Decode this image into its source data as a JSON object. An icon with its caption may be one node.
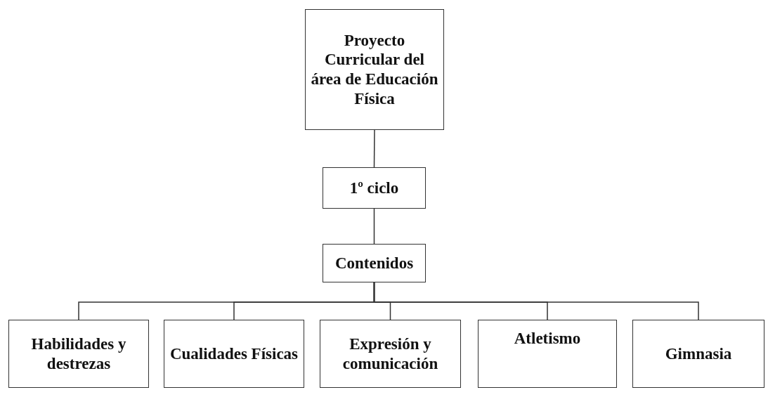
{
  "diagram": {
    "nodes": [
      {
        "text": [
          "Proyecto Curricular del área de Educación Física"
        ]
      },
      {
        "text": [
          "1º ciclo"
        ]
      },
      {
        "text": [
          "Contenidos"
        ]
      },
      {
        "text": [
          "Habilidades y destrezas"
        ]
      },
      {
        "text": [
          "Cualidades Físicas"
        ]
      },
      {
        "text": [
          "Expresión y comunicación"
        ]
      },
      {
        "text": [
          "Atletismo"
        ]
      },
      {
        "text": [
          "Gimnasia"
        ]
      }
    ],
    "edges": [
      {
        "from": 0,
        "to": 1,
        "arrow": "none"
      },
      {
        "from": 1,
        "to": 2,
        "arrow": "none"
      },
      {
        "from": 2,
        "to": 3,
        "arrow": "none"
      },
      {
        "from": 2,
        "to": 4,
        "arrow": "none"
      },
      {
        "from": 2,
        "to": 5,
        "arrow": "none"
      },
      {
        "from": 2,
        "to": 6,
        "arrow": "none"
      },
      {
        "from": 2,
        "to": 7,
        "arrow": "none"
      }
    ]
  }
}
